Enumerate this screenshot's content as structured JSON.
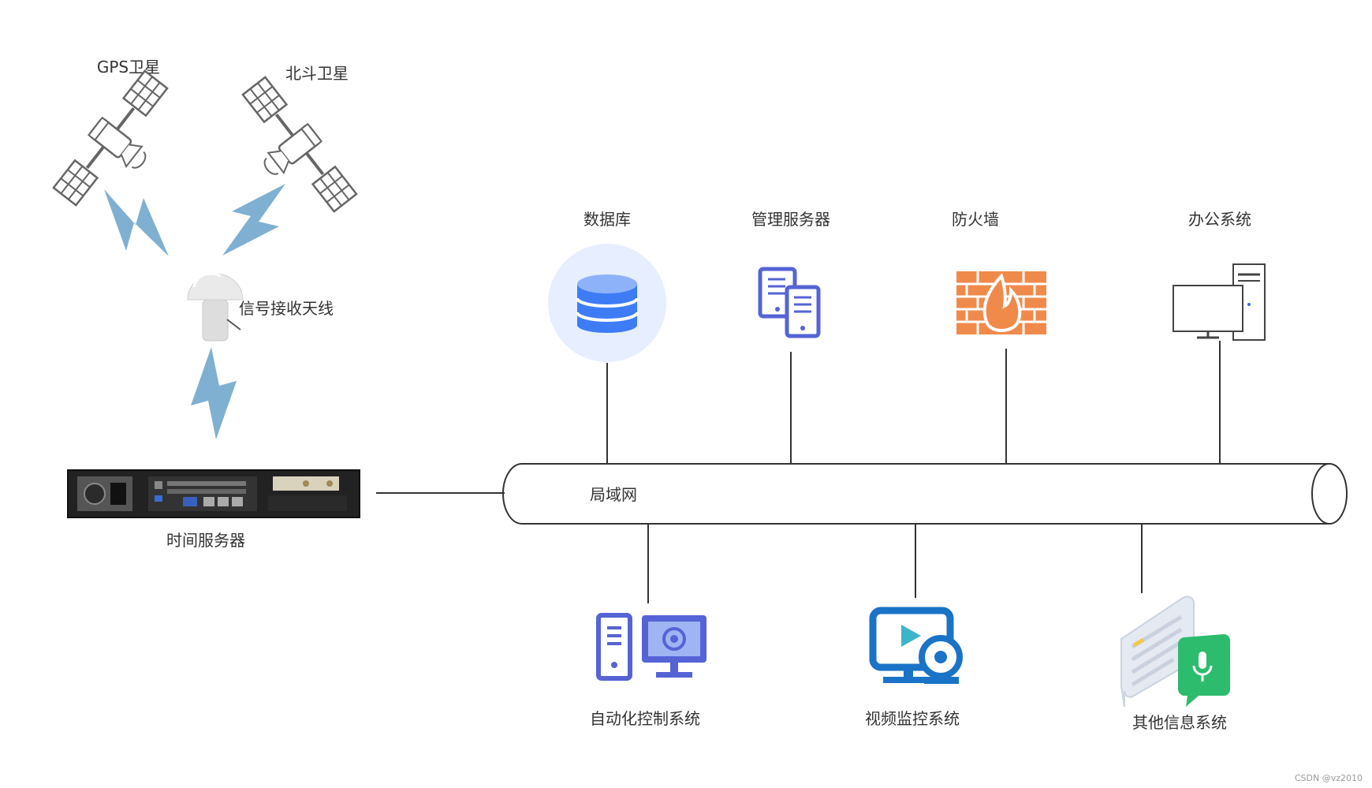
{
  "labels": {
    "gps_satellite": "GPS卫星",
    "beidou_satellite": "北斗卫星",
    "antenna": "信号接收天线",
    "time_server": "时间服务器",
    "lan": "局域网",
    "database": "数据库",
    "management_server": "管理服务器",
    "firewall": "防火墙",
    "office_system": "办公系统",
    "automation_control": "自动化控制系统",
    "video_surveillance": "视频监控系统",
    "other_info": "其他信息系统"
  },
  "watermark": "CSDN @vz2010",
  "colors": {
    "signal": "#7FB0D2",
    "line": "#333333",
    "db_circle": "#E6EEFF",
    "db_blue": "#3D7CF5",
    "server_blue": "#5563D6",
    "firewall": "#F08A4B",
    "video_blue": "#1A73C7",
    "chat_green": "#2DBB6D"
  },
  "icons": {
    "gps_satellite": "satellite-icon",
    "beidou_satellite": "satellite-icon",
    "antenna": "antenna-icon",
    "time_server": "rack-server-icon",
    "database": "database-icon",
    "management_server": "server-icon",
    "firewall": "firewall-icon",
    "office_system": "desktop-computer-icon",
    "automation_control": "automation-computer-icon",
    "video_surveillance": "video-monitor-icon",
    "other_info": "chat-message-icon"
  }
}
